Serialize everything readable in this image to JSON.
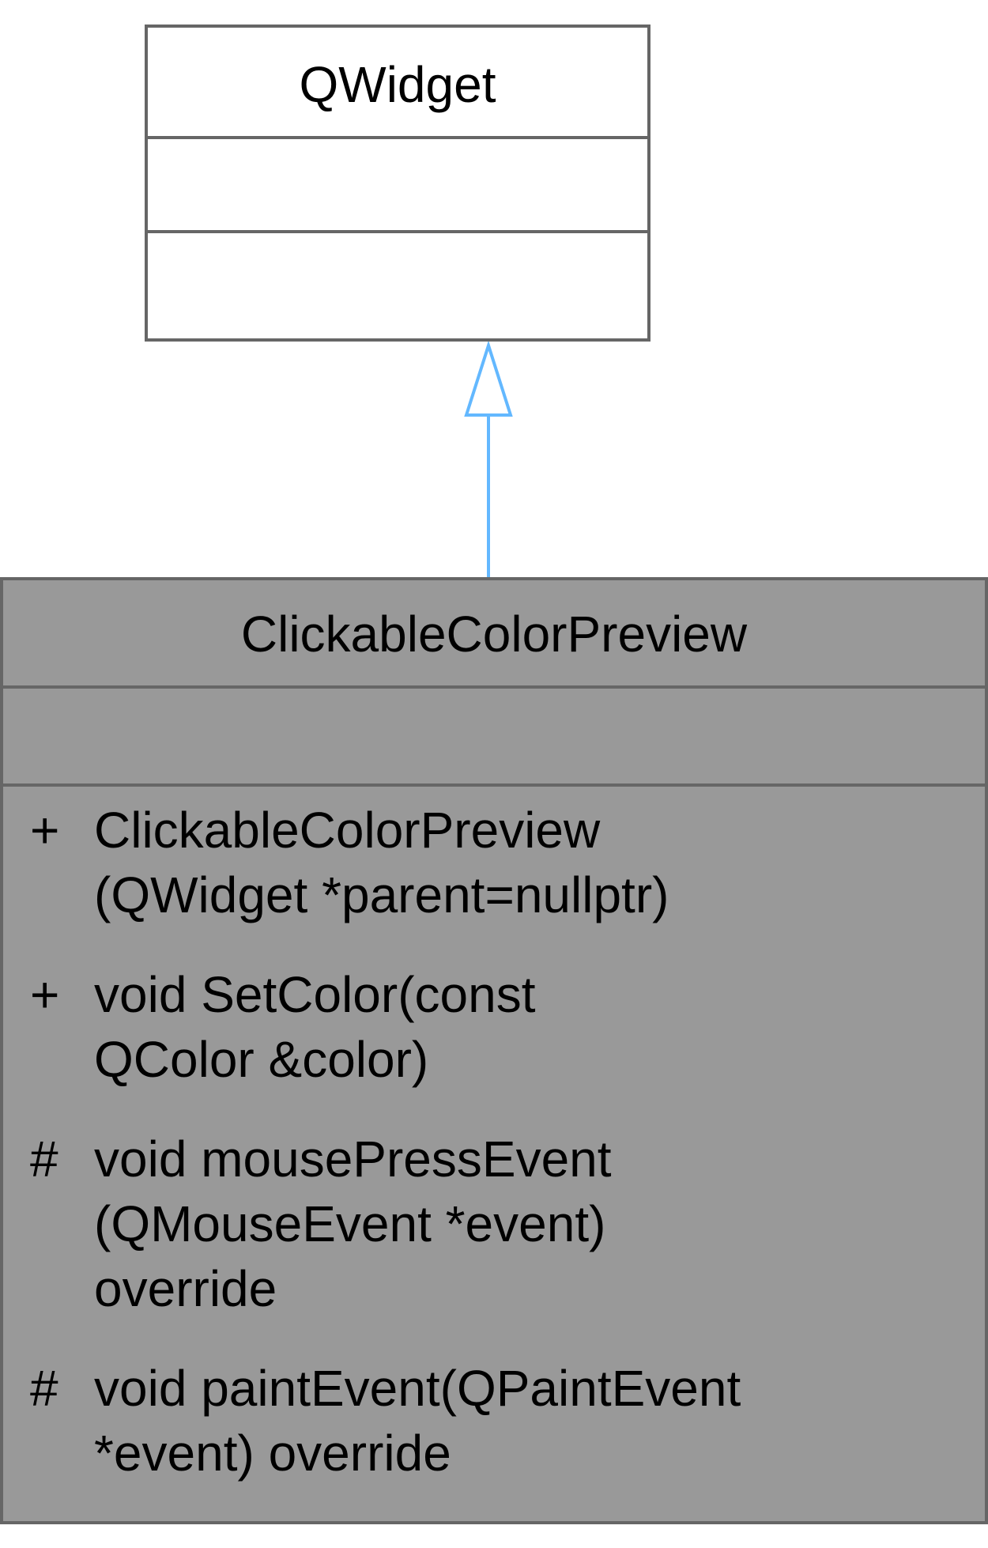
{
  "diagram": {
    "parent_class": {
      "name": "QWidget",
      "attributes": [],
      "operations": []
    },
    "child_class": {
      "name": "ClickableColorPreview",
      "attributes": [],
      "operations": [
        {
          "visibility": "+",
          "signature": "ClickableColorPreview\n(QWidget *parent=nullptr)"
        },
        {
          "visibility": "+",
          "signature": "void SetColor(const\nQColor &color)"
        },
        {
          "visibility": "#",
          "signature": "void mousePressEvent\n(QMouseEvent *event)\noverride"
        },
        {
          "visibility": "#",
          "signature": "void paintEvent(QPaintEvent\n*event) override"
        }
      ]
    },
    "relationship": "inheritance",
    "colors": {
      "border": "#666666",
      "parent_fill": "#ffffff",
      "child_fill": "#999999",
      "edge": "#63b8ff"
    }
  }
}
